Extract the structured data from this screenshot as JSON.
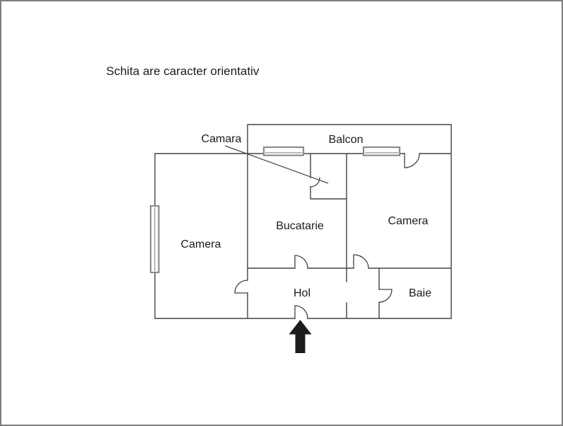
{
  "page": {
    "background_color": "#ffffff",
    "frame_border_color": "#7e7e7e",
    "disclaimer": "Schita are caracter orientativ"
  },
  "floorplan": {
    "line_color": "#434343",
    "window_color": "#8c8c8c",
    "arrow_color": "#1d1d1d",
    "text_color": "#1b1b1b",
    "rooms": [
      {
        "id": "balcon",
        "label": "Balcon"
      },
      {
        "id": "camara",
        "label": "Camara"
      },
      {
        "id": "camera-left",
        "label": "Camera"
      },
      {
        "id": "bucatarie",
        "label": "Bucatarie"
      },
      {
        "id": "camera-right",
        "label": "Camera"
      },
      {
        "id": "hol",
        "label": "Hol"
      },
      {
        "id": "baie",
        "label": "Baie"
      }
    ],
    "features": {
      "windows": 3,
      "doors": 7,
      "entrance_arrow_direction": "up",
      "camara_callout": "line from Camara label to pantry room"
    }
  }
}
